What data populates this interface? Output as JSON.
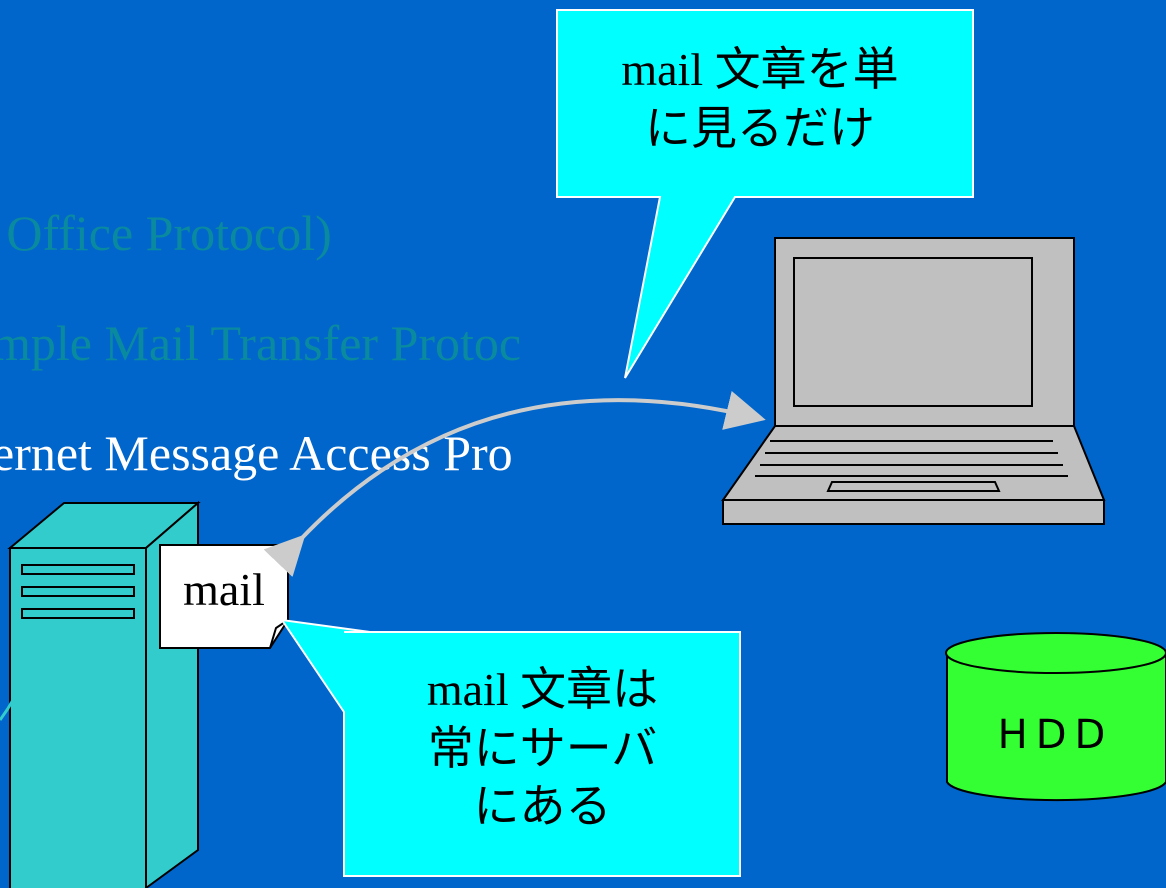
{
  "protocols": {
    "pop": "t Office Protocol)",
    "smtp": "mple Mail Transfer Protoc",
    "imap": "ernet Message Access Pro"
  },
  "callouts": {
    "top_line1_a": "mail ",
    "top_line1_b": "文章を単",
    "top_line2": "に見るだけ",
    "bottom_line1_a": "mail ",
    "bottom_line1_b": "文章は",
    "bottom_line2": "常にサーバ",
    "bottom_line3": "にある"
  },
  "mail_document": {
    "label": "mail"
  },
  "hdd": {
    "label": "HDD"
  },
  "icons": [
    "laptop-icon",
    "server-tower-icon",
    "mail-document-icon",
    "hdd-cylinder-icon",
    "sync-arrow-icon"
  ],
  "colors": {
    "background": "#0066cc",
    "callout_fill": "#00ffff",
    "server_fill": "#33cccc",
    "laptop_fill": "#c0c0c0",
    "hdd_fill": "#33ff33",
    "arrow": "#cccccc",
    "faded_text": "#0a8a9e"
  }
}
